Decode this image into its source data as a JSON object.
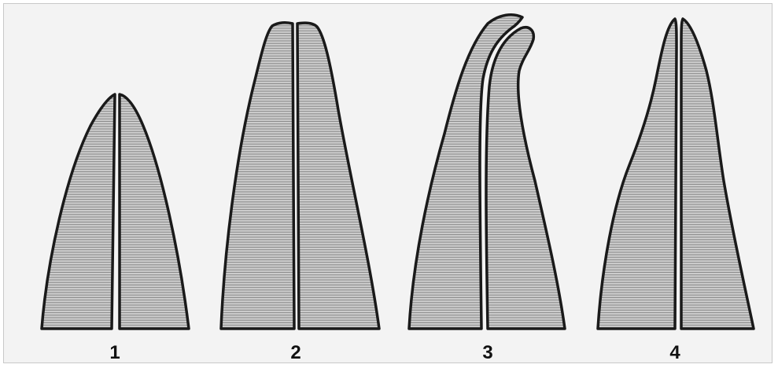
{
  "figure": {
    "panels": [
      {
        "label": "1"
      },
      {
        "label": "2"
      },
      {
        "label": "3"
      },
      {
        "label": "4"
      }
    ]
  },
  "colors": {
    "background": "#f3f3f3",
    "outline": "#1a1a1a",
    "hatch": "#8a8a8a",
    "split": "#ffffff"
  }
}
